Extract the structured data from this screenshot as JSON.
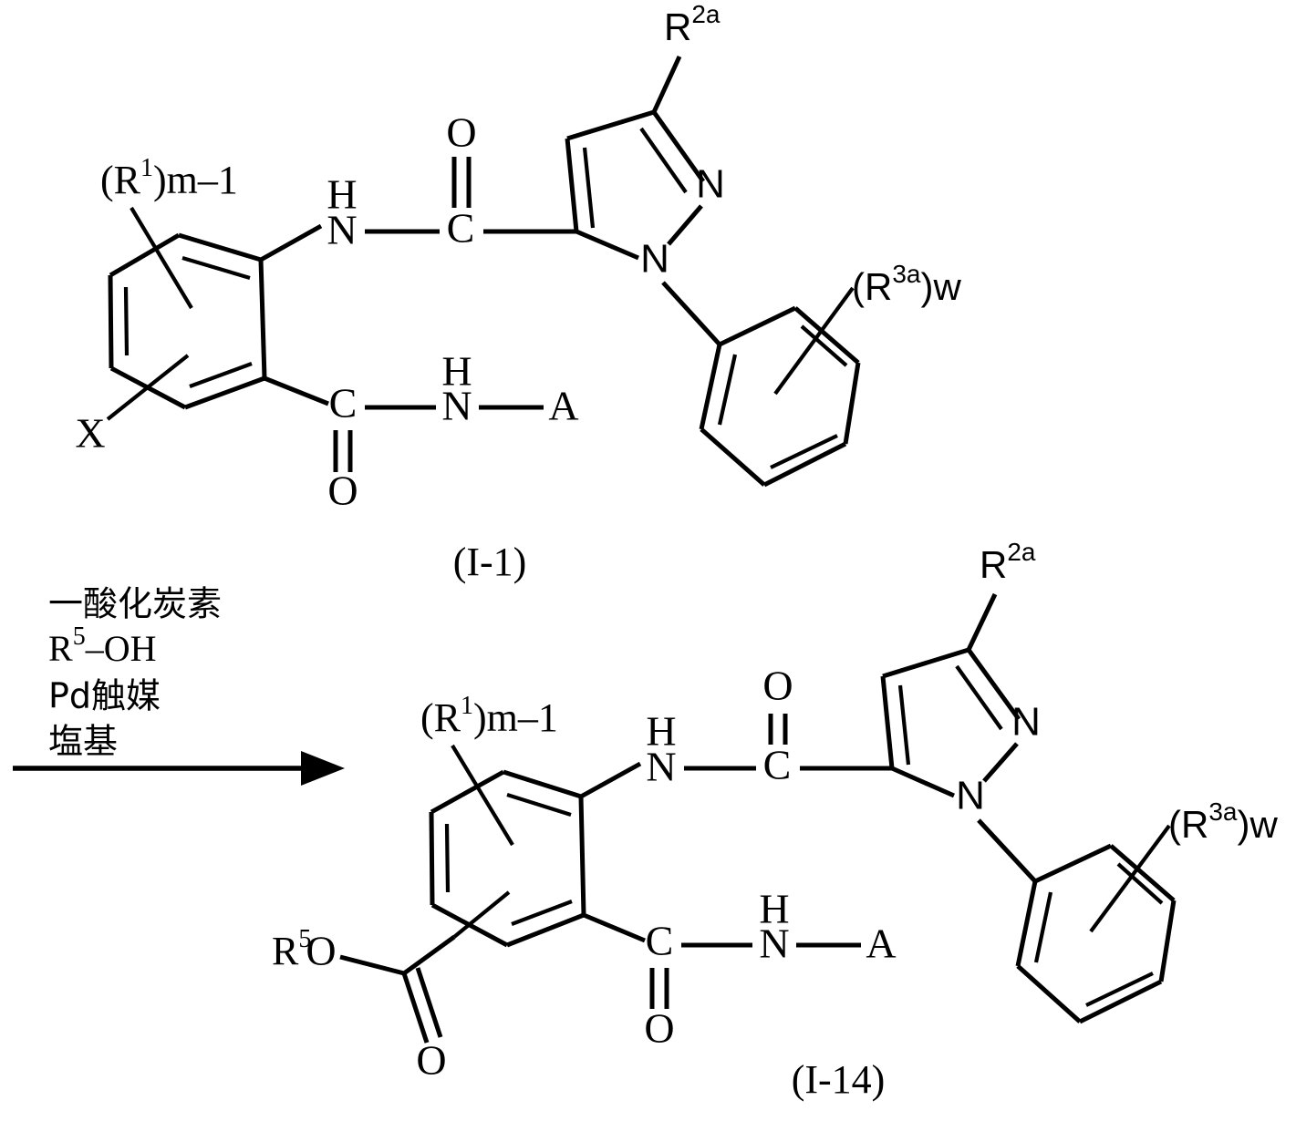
{
  "document": {
    "type": "chemical-reaction-scheme",
    "description": "Conversion of compound (I-1) to compound (I-14) via palladium-catalyzed carbonylation"
  },
  "reactant": {
    "tag": "(I-1)",
    "labels": {
      "r1": "(R",
      "r1_sup": "1",
      "r1_tail": ")m–1",
      "leaving_group": "X",
      "amide_nh_h": "H",
      "amide_nh_n": "N",
      "carbonyl_c": "C",
      "carbonyl_o": "O",
      "r2a": "R",
      "r2a_sup": "2a",
      "pyrazole_n2": "N",
      "pyrazole_n1": "N",
      "r3a": "(R",
      "r3a_sup": "3a",
      "r3a_tail": ")w",
      "amide2_h": "H",
      "amide2_n": "N",
      "amide2_a": "A",
      "amide2_c": "C",
      "amide2_o": "O"
    }
  },
  "conditions": {
    "lines": [
      "一酸化炭素",
      "R",
      "Pd触媒",
      "塩基"
    ],
    "line1": "一酸化炭素",
    "line2_base": "R",
    "line2_sup": "5",
    "line2_tail": "–OH",
    "line3": "Pd触媒",
    "line4": "塩基",
    "arrow": "reaction-arrow-right"
  },
  "product": {
    "tag": "(I-14)",
    "labels": {
      "r1": "(R",
      "r1_sup": "1",
      "r1_tail": ")m–1",
      "ester_r5": "R",
      "ester_r5_sup": "5",
      "ester_o": "O",
      "ester_carbonyl_o": "O",
      "amide_nh_h": "H",
      "amide_nh_n": "N",
      "carbonyl_c": "C",
      "carbonyl_o": "O",
      "r2a": "R",
      "r2a_sup": "2a",
      "pyrazole_n2": "N",
      "pyrazole_n1": "N",
      "r3a": "(R",
      "r3a_sup": "3a",
      "r3a_tail": ")w",
      "amide2_h": "H",
      "amide2_n": "N",
      "amide2_a": "A",
      "amide2_c": "C",
      "amide2_o": "O"
    }
  },
  "colors": {
    "ink": "#000000",
    "background": "#ffffff"
  }
}
